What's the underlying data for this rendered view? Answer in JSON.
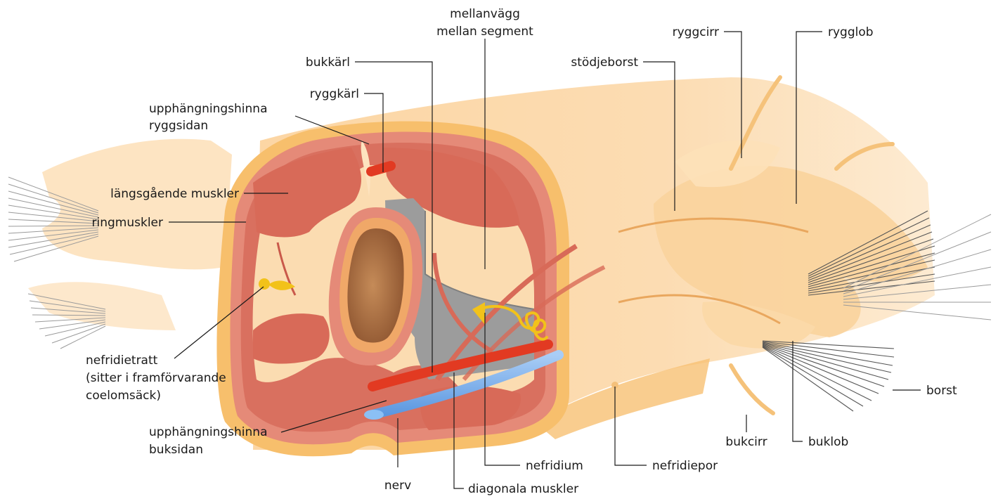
{
  "colors": {
    "body": "#fbd3a0",
    "body_light": "#fde6c6",
    "cuticle": "#f6c46e",
    "muscle": "#d9776a",
    "muscle_dark": "#c95a4c",
    "gut": "#a86a3e",
    "septum": "#9c9c9c",
    "vessel": "#e23a22",
    "nerve": "#7fb3ee",
    "nephridium": "#f2c21a"
  },
  "labels": {
    "mellanvagg_1": "mellanvägg",
    "mellanvagg_2": "mellan segment",
    "bukkarl": "bukkärl",
    "ryggkarl": "ryggkärl",
    "upphang_rygg_1": "upphängningshinna",
    "upphang_rygg_2": "ryggsidan",
    "langsgaende": "längsgående muskler",
    "ringmuskler": "ringmuskler",
    "nefridietratt_1": "nefridietratt",
    "nefridietratt_2": "(sitter i framförvarande",
    "nefridietratt_3": "coelomsäck)",
    "upphang_buk_1": "upphängningshinna",
    "upphang_buk_2": "buksidan",
    "nerv": "nerv",
    "diagonala": "diagonala muskler",
    "nefridium": "nefridium",
    "nefridiepor": "nefridiepor",
    "bukcirr": "bukcirr",
    "buklob": "buklob",
    "borst": "borst",
    "stodjeborst": "stödjeborst",
    "ryggcirr": "ryggcirr",
    "rygglob": "rygglob"
  }
}
